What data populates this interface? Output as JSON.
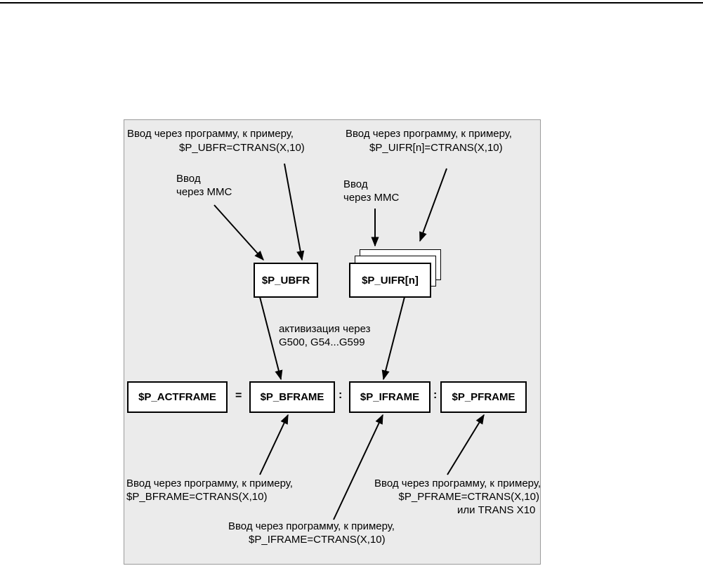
{
  "labels": {
    "ubfr_prog_1": "Ввод через программу, к примеру,",
    "ubfr_prog_2": "$P_UBFR=CTRANS(X,10)",
    "uifr_prog_1": "Ввод через программу, к примеру,",
    "uifr_prog_2": "$P_UIFR[n]=CTRANS(X,10)",
    "mmc1_1": "Ввод",
    "mmc1_2": "через MMC",
    "mmc2_1": "Ввод",
    "mmc2_2": "через MMC",
    "activation_1": "активизация через",
    "activation_2": "G500, G54...G599",
    "bframe_prog_1": "Ввод через программу, к примеру,",
    "bframe_prog_2": "$P_BFRAME=CTRANS(X,10)",
    "pframe_prog_1": "Ввод через программу, к примеру,",
    "pframe_prog_2": "$P_PFRAME=CTRANS(X,10)",
    "pframe_prog_3": "или TRANS X10",
    "iframe_prog_1": "Ввод через программу, к примеру,",
    "iframe_prog_2": "$P_IFRAME=CTRANS(X,10)"
  },
  "boxes": {
    "ubfr": "$P_UBFR",
    "uifr": "$P_UIFR[n]",
    "actframe": "$P_ACTFRAME",
    "bframe": "$P_BFRAME",
    "iframe": "$P_IFRAME",
    "pframe": "$P_PFRAME"
  },
  "operators": {
    "equals": "=",
    "colon1": ":",
    "colon2": ":"
  }
}
